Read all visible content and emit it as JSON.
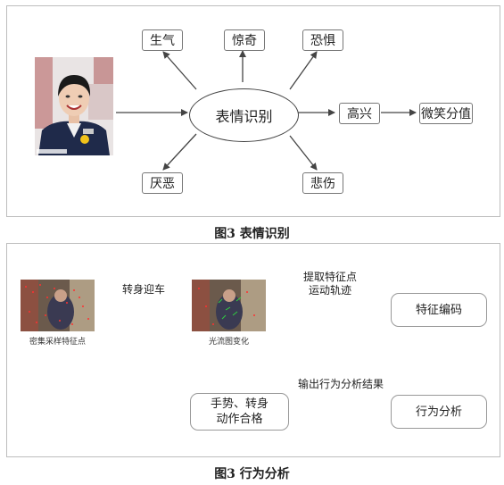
{
  "figure1": {
    "caption": "图3  表情识别",
    "center_label": "表情识别",
    "emotions": [
      "生气",
      "惊奇",
      "恐惧",
      "厌恶",
      "悲伤"
    ],
    "happy_label": "高兴",
    "smile_label": "微笑分值"
  },
  "figure2": {
    "caption": "图3  行为分析",
    "img1_label": "密集采样特征点",
    "img2_label": "光流图变化",
    "arrow1_label": "转身迎车",
    "arrow2_label_line1": "提取特征点",
    "arrow2_label_line2": "运动轨迹",
    "box_feature": "特征编码",
    "box_behavior": "行为分析",
    "arrow3_label": "输出行为分析结果",
    "result_line1": "手势、转身",
    "result_line2": "动作合格"
  }
}
